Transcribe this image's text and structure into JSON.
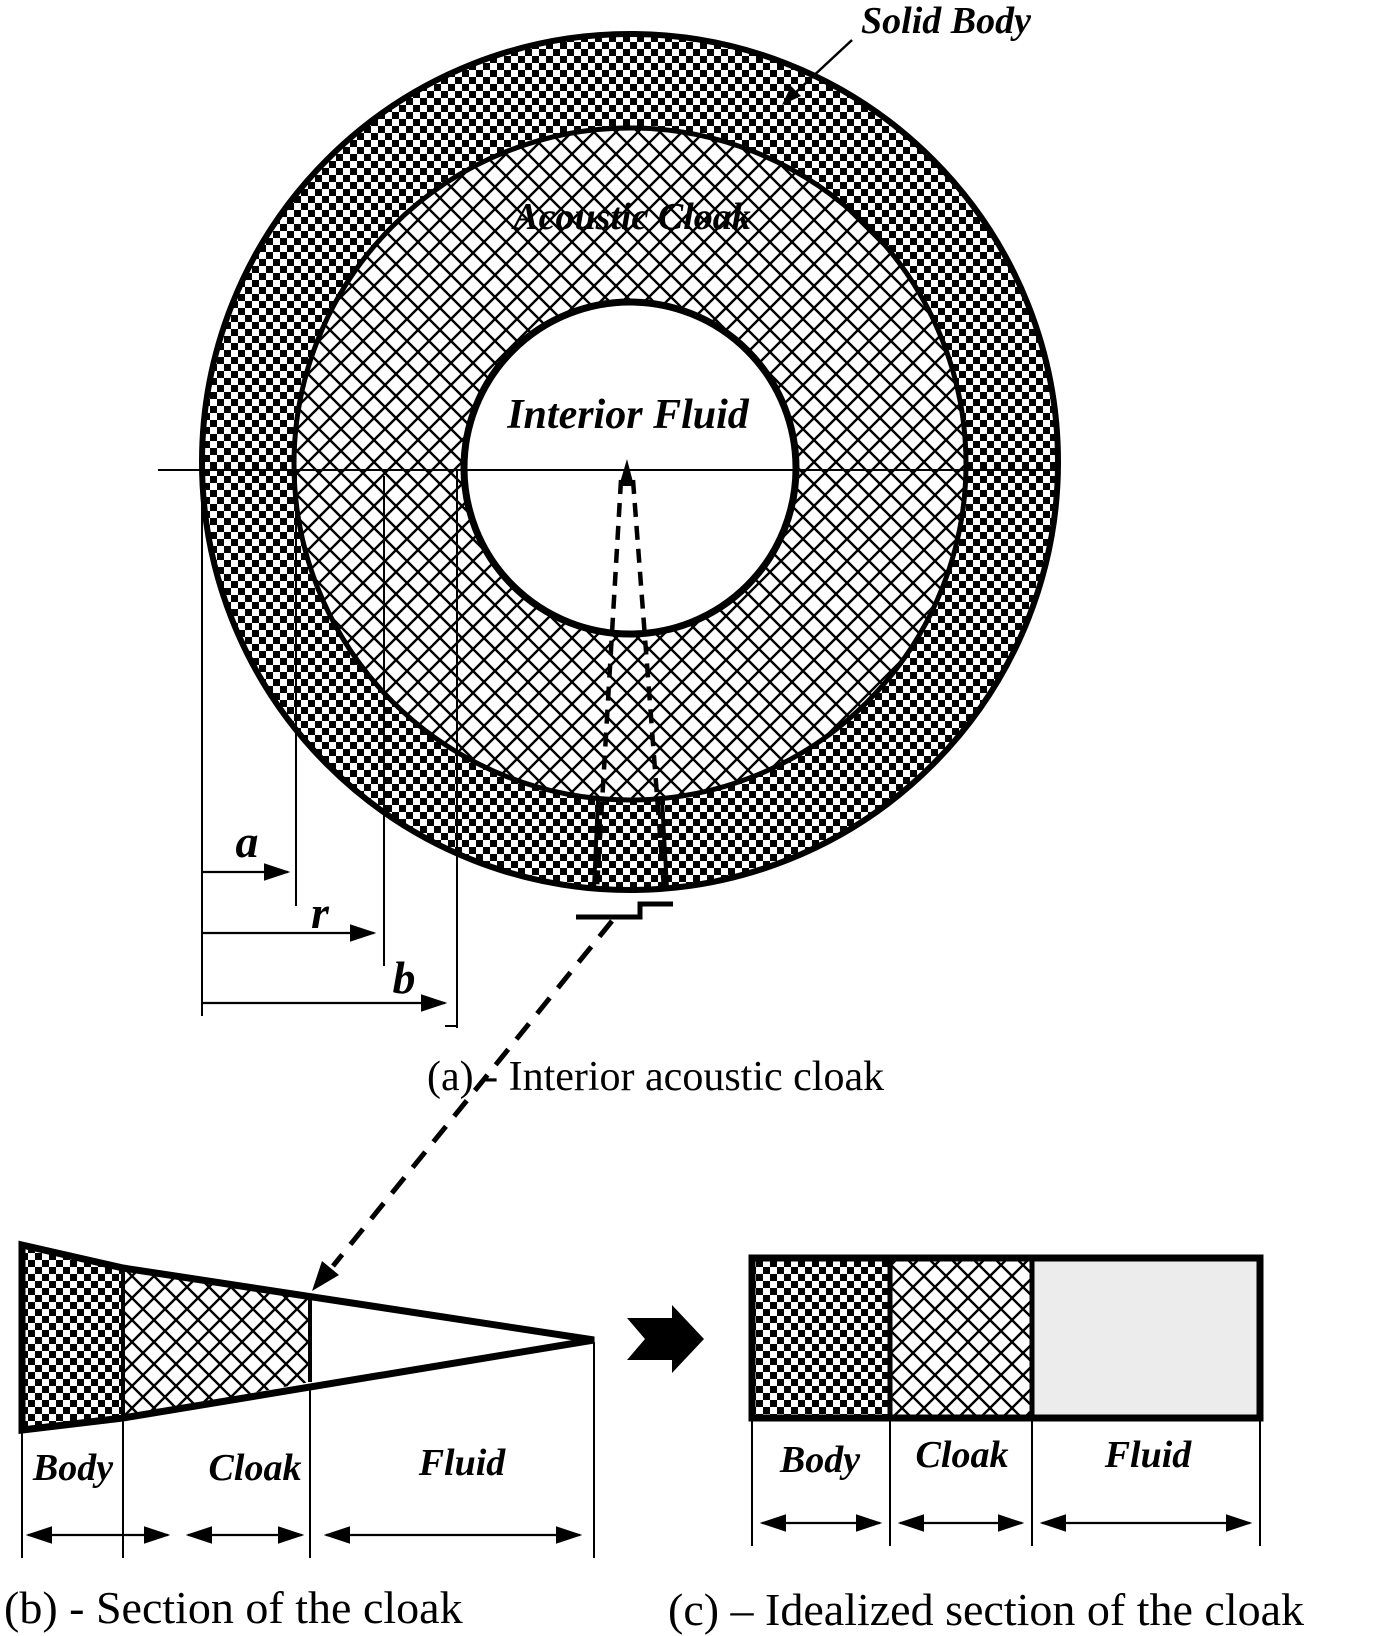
{
  "diagram": {
    "part_a": {
      "solid_body_label": "Solid Body",
      "acoustic_cloak_label": "Acoustic Cloak",
      "interior_fluid_label": "Interior Fluid",
      "radius_a_label": "a",
      "radius_r_label": "r",
      "radius_b_label": "b",
      "caption": "(a) - Interior acoustic cloak"
    },
    "part_b": {
      "body_label": "Body",
      "cloak_label": "Cloak",
      "fluid_label": "Fluid",
      "caption": "(b) - Section of the cloak"
    },
    "part_c": {
      "body_label": "Body",
      "cloak_label": "Cloak",
      "fluid_label": "Fluid",
      "caption": "(c) – Idealized section of the cloak"
    },
    "colors": {
      "ink": "#000000",
      "fluid_fill": "#ececec",
      "background": "#ffffff"
    }
  }
}
